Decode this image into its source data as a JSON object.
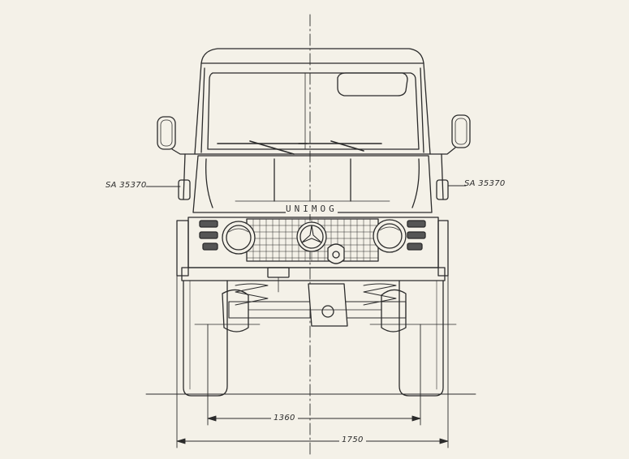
{
  "labels": {
    "part_left": "SA 35370",
    "part_right": "SA 35370",
    "brand": "UNIMOG",
    "dim_track": "1360",
    "dim_width": "1750"
  }
}
